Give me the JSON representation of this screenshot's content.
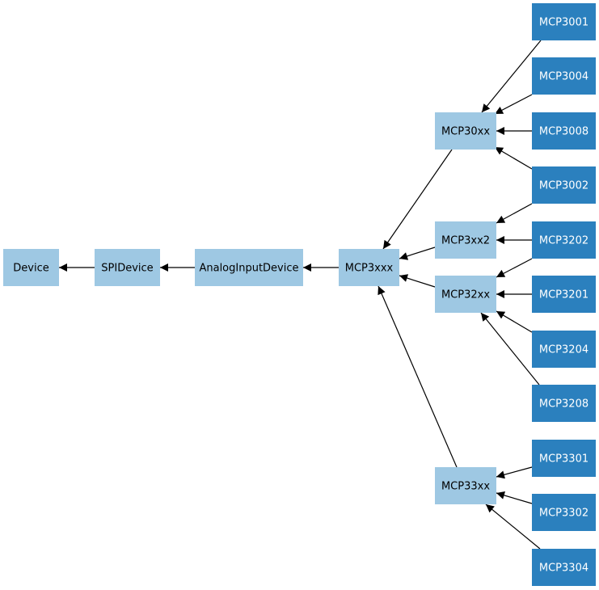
{
  "diagram": {
    "colors": {
      "light_node": "#9ec8e3",
      "dark_node": "#2b80be",
      "light_text": "#000000",
      "dark_text": "#ffffff",
      "edge": "#000000"
    },
    "nodes": [
      {
        "id": "device",
        "label": "Device",
        "style": "light"
      },
      {
        "id": "spidevice",
        "label": "SPIDevice",
        "style": "light"
      },
      {
        "id": "analoginputdevice",
        "label": "AnalogInputDevice",
        "style": "light"
      },
      {
        "id": "mcp3xxx",
        "label": "MCP3xxx",
        "style": "light"
      },
      {
        "id": "mcp30xx",
        "label": "MCP30xx",
        "style": "light"
      },
      {
        "id": "mcp3xx2",
        "label": "MCP3xx2",
        "style": "light"
      },
      {
        "id": "mcp32xx",
        "label": "MCP32xx",
        "style": "light"
      },
      {
        "id": "mcp33xx",
        "label": "MCP33xx",
        "style": "light"
      },
      {
        "id": "mcp3001",
        "label": "MCP3001",
        "style": "dark"
      },
      {
        "id": "mcp3004",
        "label": "MCP3004",
        "style": "dark"
      },
      {
        "id": "mcp3008",
        "label": "MCP3008",
        "style": "dark"
      },
      {
        "id": "mcp3002",
        "label": "MCP3002",
        "style": "dark"
      },
      {
        "id": "mcp3202",
        "label": "MCP3202",
        "style": "dark"
      },
      {
        "id": "mcp3201",
        "label": "MCP3201",
        "style": "dark"
      },
      {
        "id": "mcp3204",
        "label": "MCP3204",
        "style": "dark"
      },
      {
        "id": "mcp3208",
        "label": "MCP3208",
        "style": "dark"
      },
      {
        "id": "mcp3301",
        "label": "MCP3301",
        "style": "dark"
      },
      {
        "id": "mcp3302",
        "label": "MCP3302",
        "style": "dark"
      },
      {
        "id": "mcp3304",
        "label": "MCP3304",
        "style": "dark"
      }
    ],
    "edges": [
      {
        "from": "spidevice",
        "to": "device"
      },
      {
        "from": "analoginputdevice",
        "to": "spidevice"
      },
      {
        "from": "mcp3xxx",
        "to": "analoginputdevice"
      },
      {
        "from": "mcp30xx",
        "to": "mcp3xxx"
      },
      {
        "from": "mcp3xx2",
        "to": "mcp3xxx"
      },
      {
        "from": "mcp32xx",
        "to": "mcp3xxx"
      },
      {
        "from": "mcp33xx",
        "to": "mcp3xxx"
      },
      {
        "from": "mcp3001",
        "to": "mcp30xx"
      },
      {
        "from": "mcp3004",
        "to": "mcp30xx"
      },
      {
        "from": "mcp3008",
        "to": "mcp30xx"
      },
      {
        "from": "mcp3002",
        "to": "mcp30xx"
      },
      {
        "from": "mcp3002",
        "to": "mcp3xx2"
      },
      {
        "from": "mcp3202",
        "to": "mcp3xx2"
      },
      {
        "from": "mcp3202",
        "to": "mcp32xx"
      },
      {
        "from": "mcp3201",
        "to": "mcp32xx"
      },
      {
        "from": "mcp3204",
        "to": "mcp32xx"
      },
      {
        "from": "mcp3208",
        "to": "mcp32xx"
      },
      {
        "from": "mcp3301",
        "to": "mcp33xx"
      },
      {
        "from": "mcp3302",
        "to": "mcp33xx"
      },
      {
        "from": "mcp3304",
        "to": "mcp33xx"
      }
    ]
  }
}
